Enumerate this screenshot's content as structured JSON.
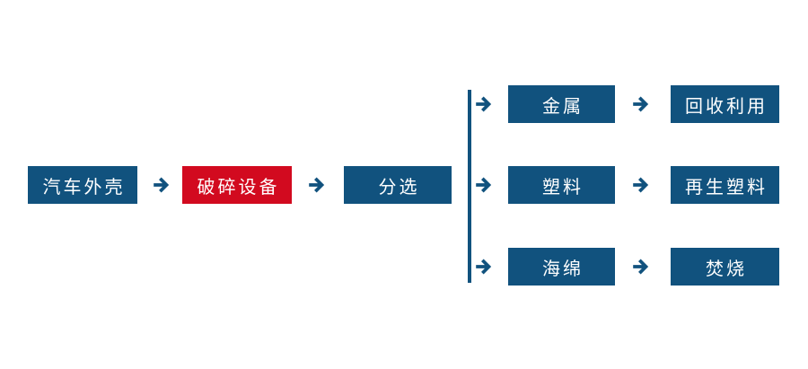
{
  "colors": {
    "node_blue": "#11527E",
    "highlight_red": "#D20A1F",
    "node_text": "#FFFFFF",
    "background": "#FFFFFF"
  },
  "flow": {
    "source": "汽车外壳",
    "crusher": "破碎设备",
    "sorter": "分选",
    "branches": [
      {
        "material": "金属",
        "outcome": "回收利用"
      },
      {
        "material": "塑料",
        "outcome": "再生塑料"
      },
      {
        "material": "海绵",
        "outcome": "焚烧"
      }
    ]
  }
}
